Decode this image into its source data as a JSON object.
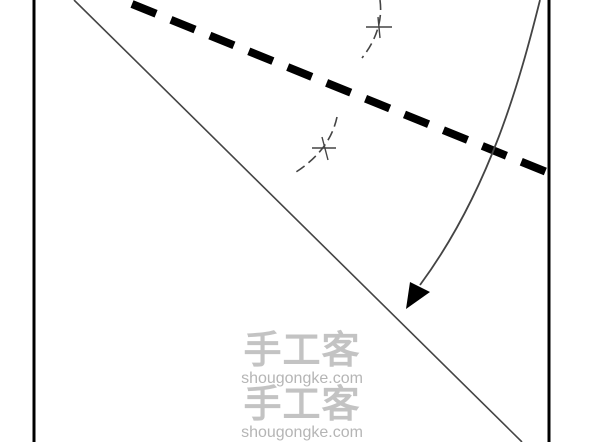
{
  "diagram": {
    "description_kind": "paper-folding step",
    "lines": [
      {
        "name": "paper-edge-left",
        "style": "solid-thick"
      },
      {
        "name": "paper-edge-right",
        "style": "solid-thick"
      },
      {
        "name": "fold-line",
        "style": "dashed-thick"
      },
      {
        "name": "folded-edge",
        "style": "solid-thin"
      },
      {
        "name": "fold-arrow",
        "style": "curved-arrow"
      },
      {
        "name": "angle-arc",
        "style": "dashed-thin-with-ticks"
      }
    ],
    "colors": {
      "line": "#000000",
      "thin_line": "#555555",
      "watermark": "#b9b9b9",
      "background": "#ffffff"
    }
  },
  "watermarks": [
    {
      "cn": "手工客",
      "en": "shougongke.com"
    },
    {
      "cn": "手工客",
      "en": "shougongke.com"
    }
  ]
}
